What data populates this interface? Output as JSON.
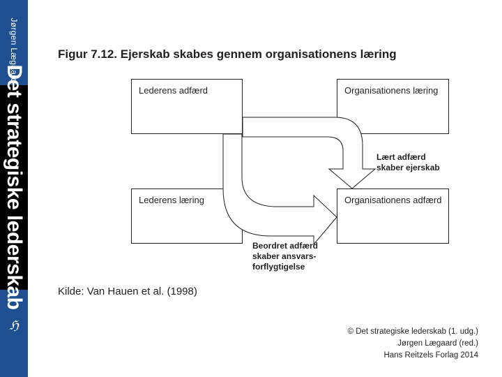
{
  "sidebar": {
    "author": "Jørgen Lægaard",
    "book_title": "Det strategiske lederskab",
    "logo": "HR"
  },
  "figure": {
    "title": "Figur 7.12. Ejerskab skabes gennem organisationens læring",
    "boxes": {
      "top_left": "Lederens adfærd",
      "top_right": "Organisationens læring",
      "bottom_left": "Lederens læring",
      "bottom_right": "Organisationens adfærd"
    },
    "arrow_right_label": [
      "Lært adfærd",
      "skaber ejerskab"
    ],
    "arrow_bottom_label": [
      "Beordret adfærd",
      "skaber ansvars-",
      "forflygtigelse"
    ],
    "source": "Kilde: Van Hauen et al. (1998)"
  },
  "copyright": [
    "© Det strategiske lederskab (1. udg.)",
    "Jørgen Lægaard (red.)",
    "Hans Reitzels Forlag 2014"
  ]
}
